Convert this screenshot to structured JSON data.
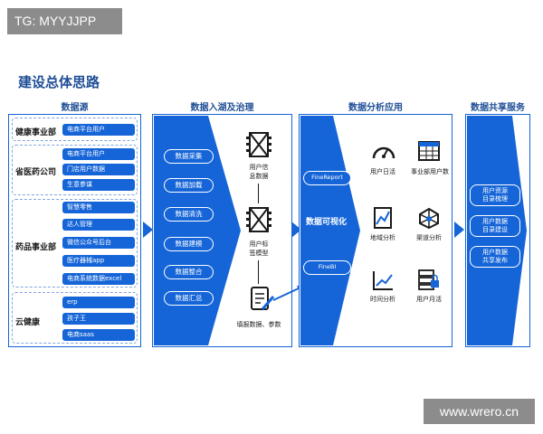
{
  "tag": "TG: MYYJJPP",
  "watermark": "www.wrero.cn",
  "title": "建设总体思路",
  "columns": {
    "source": "数据源",
    "ingest": "数据入湖及治理",
    "analysis": "数据分析应用",
    "share": "数据共享服务"
  },
  "sources": [
    {
      "name": "健康事业部",
      "items": [
        "电商平台用户"
      ]
    },
    {
      "name": "省医药公司",
      "items": [
        "电商平台用户",
        "门店用户数据",
        "生意参谋"
      ]
    },
    {
      "name": "药品事业部",
      "items": [
        "智慧零售",
        "达人管理",
        "微信公众号后台",
        "医疗器械app",
        "电商系统数据excel"
      ]
    },
    {
      "name": "云健康",
      "items": [
        "erp",
        "孩子王",
        "电商saas"
      ]
    }
  ],
  "ingest_steps": [
    "数据采集",
    "数据加载",
    "数据清洗",
    "数据建模",
    "数据整合",
    "数据汇总"
  ],
  "ingest_icons": [
    {
      "name": "user-info-icon",
      "label": "用户信\n息数据"
    },
    {
      "name": "user-tag-icon",
      "label": "用户标\n签模型"
    },
    {
      "name": "form-icon",
      "label": "填报数据、参数"
    }
  ],
  "analysis": {
    "tools": [
      "FineReport",
      "FineBI"
    ],
    "center": "数据可视化",
    "icons": [
      {
        "name": "gauge-icon",
        "label": "用户日活"
      },
      {
        "name": "table-icon",
        "label": "事业部用户数"
      },
      {
        "name": "map-chart-icon",
        "label": "地域分析"
      },
      {
        "name": "network-icon",
        "label": "渠道分析"
      },
      {
        "name": "line-chart-icon",
        "label": "时间分析"
      },
      {
        "name": "server-lock-icon",
        "label": "用户月活"
      }
    ]
  },
  "share": [
    "用户资源\n目录梳理",
    "用户数据\n目录建设",
    "用户数据\n共享发布"
  ]
}
